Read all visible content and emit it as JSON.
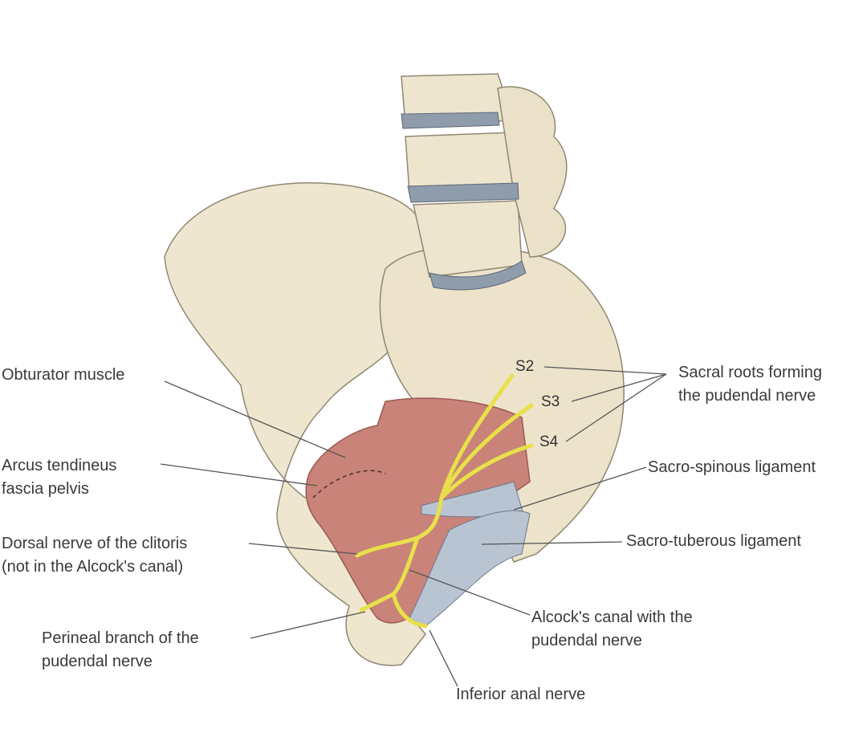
{
  "labels": {
    "obturator": "Obturator muscle",
    "arcus_1": "Arcus tendineus",
    "arcus_2": "fascia pelvis",
    "dorsal_1": "Dorsal nerve of the clitoris",
    "dorsal_2": "(not in the Alcock's canal)",
    "perineal_1": "Perineal branch of the",
    "perineal_2": "pudendal nerve",
    "sacral_1": "Sacral roots forming",
    "sacral_2": "the pudendal nerve",
    "sacrospinous": "Sacro-spinous ligament",
    "sacrotuberous": "Sacro-tuberous ligament",
    "alcock_1": "Alcock's canal with the",
    "alcock_2": "pudendal nerve",
    "inferior_anal": "Inferior anal nerve"
  },
  "roots": {
    "s2": "S2",
    "s3": "S3",
    "s4": "S4"
  },
  "colors": {
    "bone": "#efe6cf",
    "muscle": "#c98378",
    "ligament": "#b9c4d2",
    "nerve": "#e8e04a",
    "disc": "#8e9cab"
  }
}
